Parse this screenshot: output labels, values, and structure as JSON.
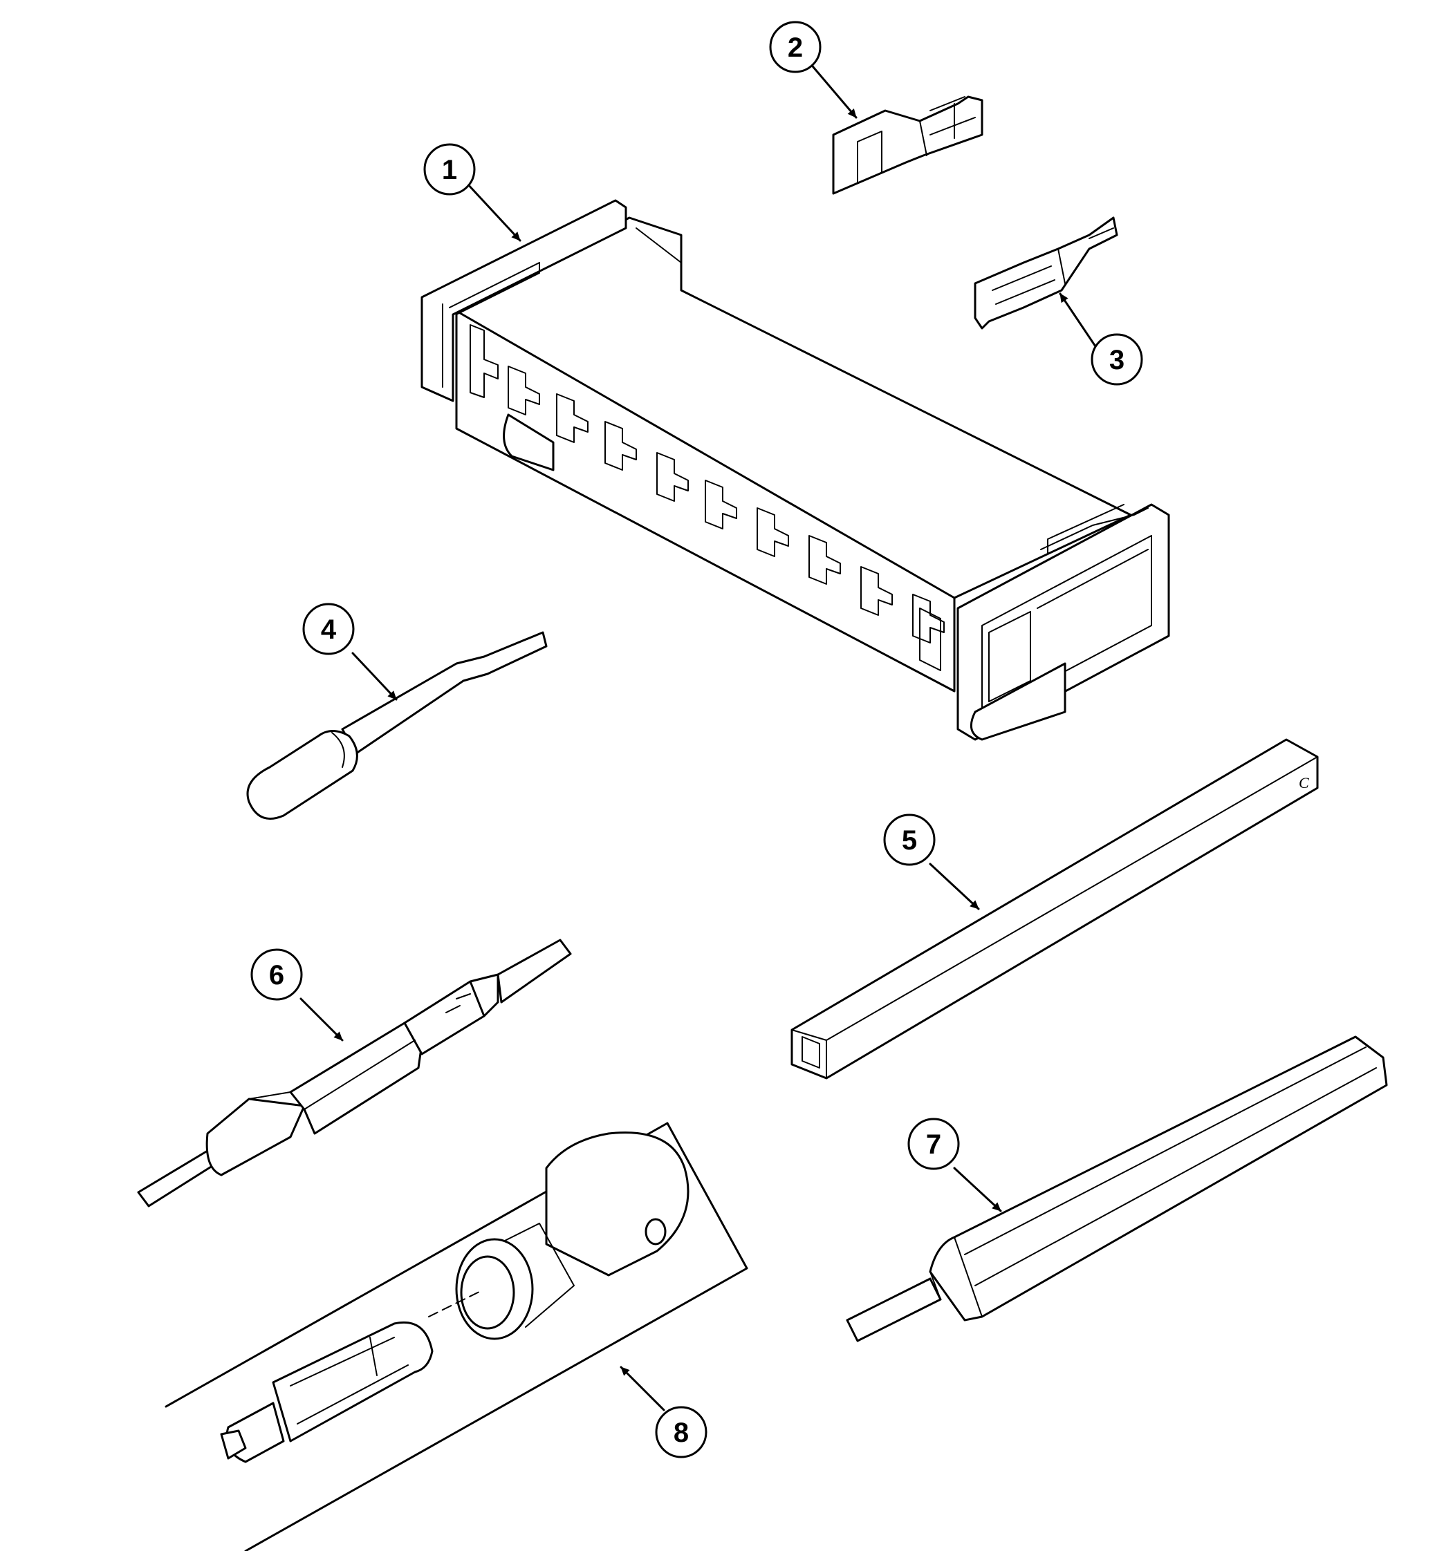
{
  "callouts": [
    {
      "id": "1",
      "label": "1"
    },
    {
      "id": "2",
      "label": "2"
    },
    {
      "id": "3",
      "label": "3"
    },
    {
      "id": "4",
      "label": "4"
    },
    {
      "id": "5",
      "label": "5"
    },
    {
      "id": "6",
      "label": "6"
    },
    {
      "id": "7",
      "label": "7"
    },
    {
      "id": "8",
      "label": "8"
    }
  ],
  "marks": {
    "rod_end_letter": "C"
  },
  "colors": {
    "ink": "#000000",
    "paper": "#ffffff"
  }
}
